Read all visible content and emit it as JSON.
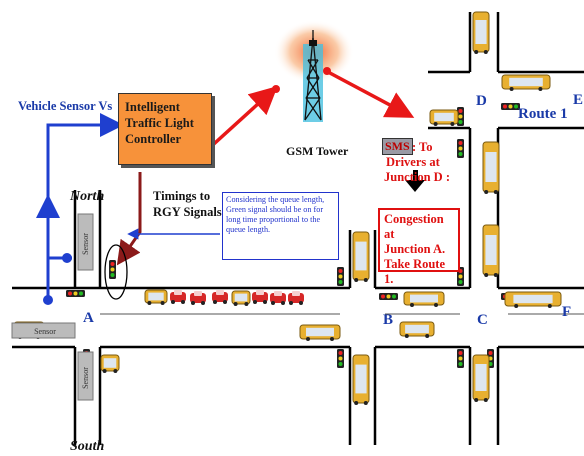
{
  "labels": {
    "vehicle_sensor": "Vehicle Sensor Vs",
    "controller_line1": "Intelligent",
    "controller_line2": "Traffic Light",
    "controller_line3": "Controller",
    "gsm_tower": "GSM Tower",
    "north": "North",
    "south": "South",
    "timings_line1": "Timings to",
    "timings_line2": "RGY Signals",
    "note_text": "Considering the queue length, Green signal should be on for long time proportional to the queue length.",
    "sms": "SMS",
    "sms_rest_line1": ": To",
    "sms_rest_line2": "Drivers at",
    "sms_rest_line3": "Junction D :",
    "congestion_line1": "Congestion at",
    "congestion_line2": "Junction A.",
    "congestion_line3": "Take Route 1.",
    "route1": "Route 1",
    "route_e": "E",
    "junction_a": "A",
    "junction_b": "B",
    "junction_c": "C",
    "junction_d": "D",
    "junction_f": "F",
    "sensor": "Sensor"
  },
  "colors": {
    "red_arrow": "#e81818",
    "blue_line": "#1f3fcf",
    "dark_red_line": "#8b1a1a",
    "controller": "#f7923a",
    "road": "#000000"
  }
}
